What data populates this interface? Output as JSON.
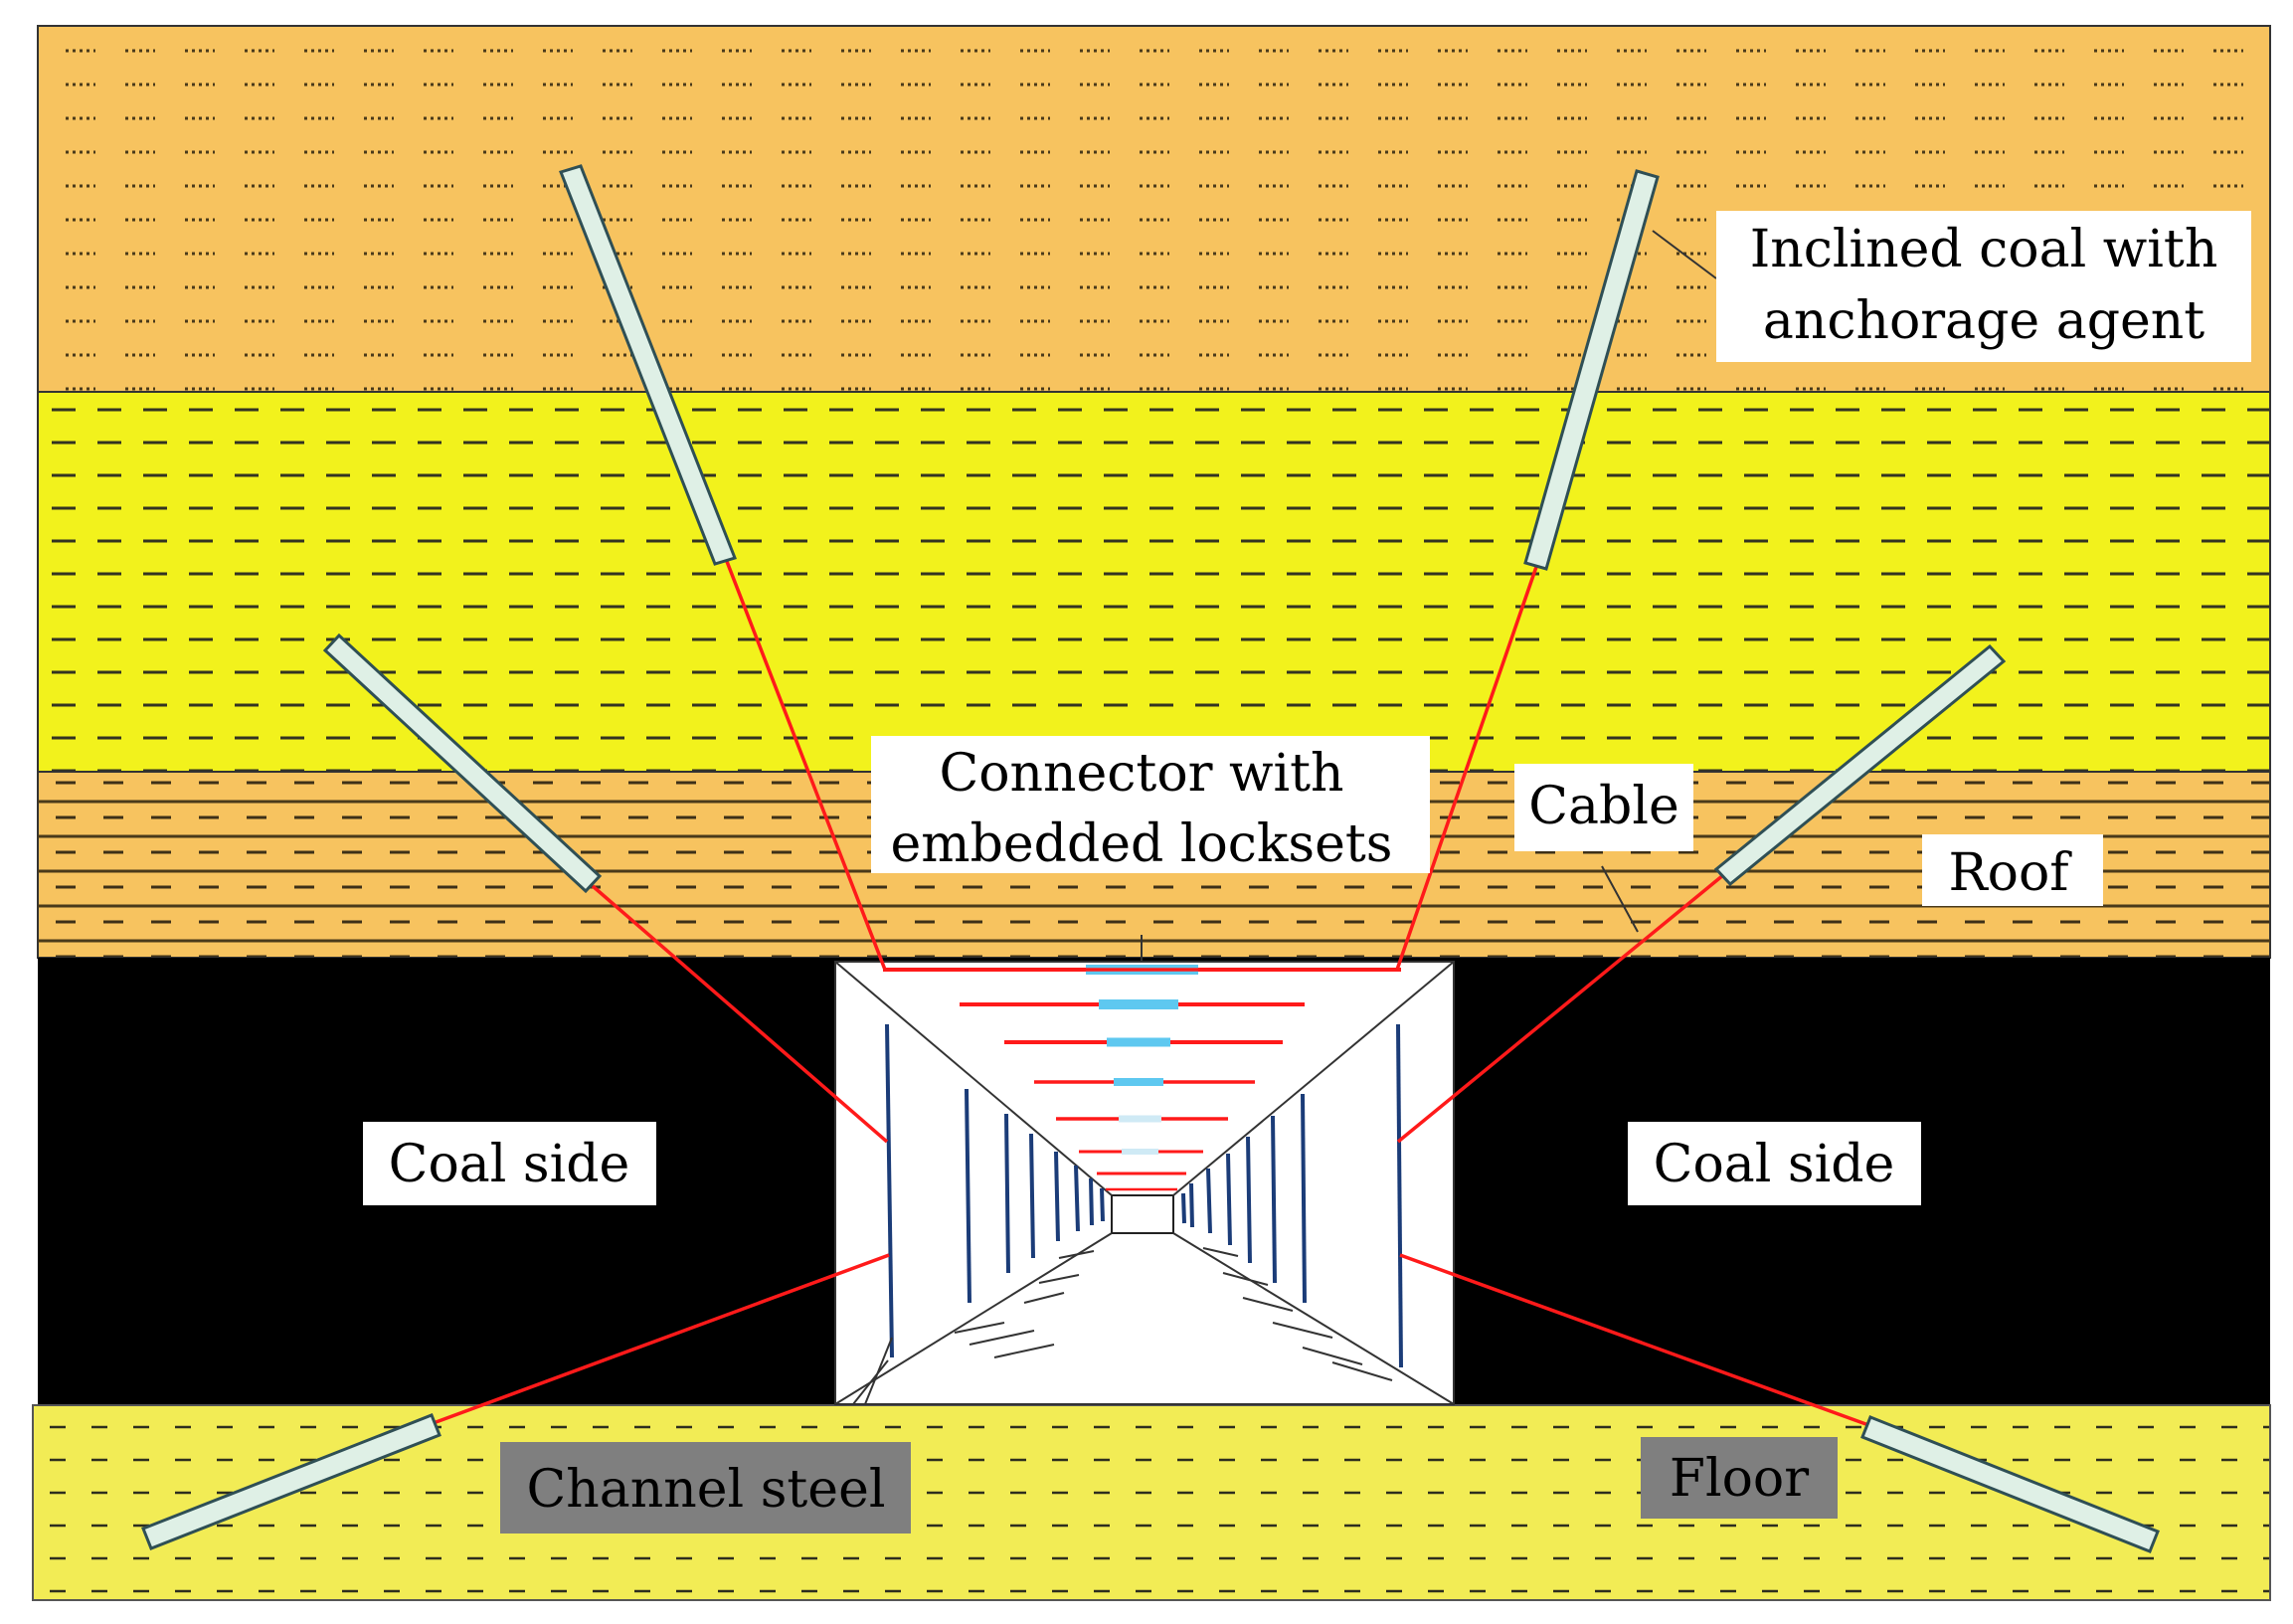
{
  "labels": {
    "inclined_coal_line1": "Inclined coal with",
    "inclined_coal_line2": "anchorage agent",
    "connector_line1": "Connector with",
    "connector_line2": "embedded locksets",
    "cable": "Cable",
    "roof": "Roof",
    "coal_side_left": "Coal side",
    "coal_side_right": "Coal side",
    "channel_steel": "Channel steel",
    "floor": "Floor"
  },
  "colors": {
    "top_stratum": "#f7c35f",
    "middle_stratum": "#f2f21c",
    "roof_stratum": "#f7c35f",
    "coal_seam": "#000000",
    "floor_stratum": "#f2ec55",
    "anchor_bolt": "#dff0e6",
    "cable": "#ff1a1a",
    "channel_steel": "#1b3c78",
    "lockset": "#5ec8f0",
    "label_box_dark": "#7f7f7f"
  }
}
